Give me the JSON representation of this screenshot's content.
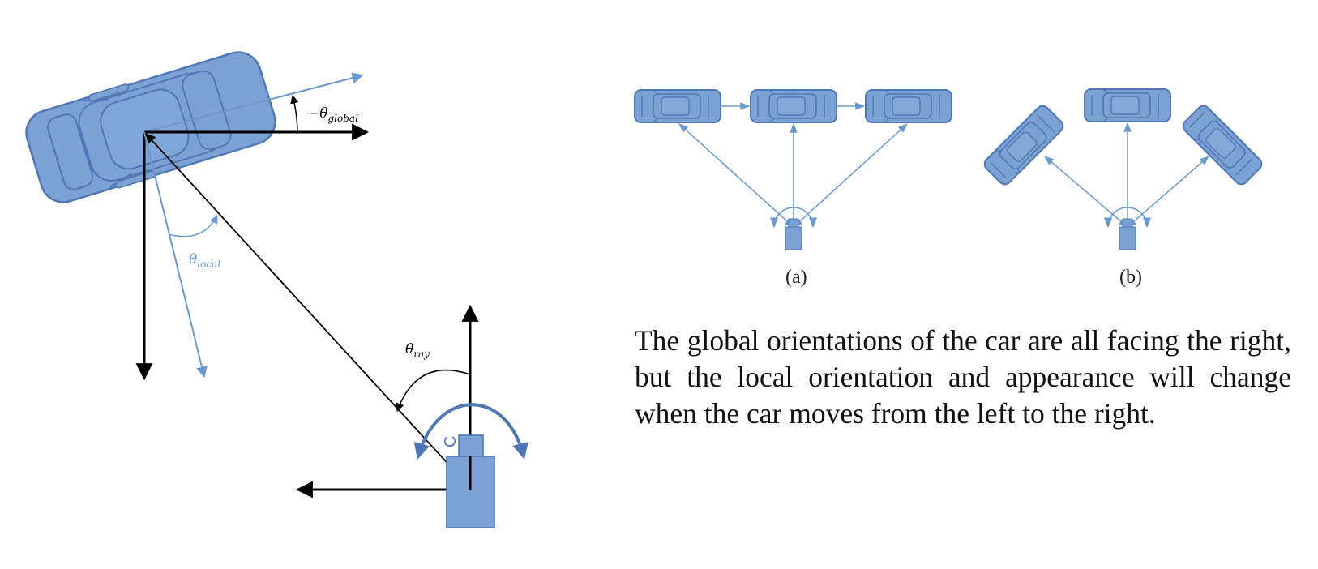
{
  "left_diagram": {
    "theta_global_label": "−θglobal",
    "theta_global_prefix": "−θ",
    "theta_global_sub": "global",
    "theta_local_prefix": "θ",
    "theta_local_sub": "local",
    "theta_ray_prefix": "θ",
    "theta_ray_sub": "ray",
    "camera_letter": "C"
  },
  "right_diagram": {
    "panel_a_label": "(a)",
    "panel_b_label": "(b)"
  },
  "caption": "The global orientations of the car are all facing the right, but the local orientation and appearance will change when the car moves from the left to the right.",
  "colors": {
    "car_fill": "#7ea1d4",
    "car_stroke": "#4e78b5",
    "light_arrow": "#6b99cf",
    "black": "#000000"
  }
}
